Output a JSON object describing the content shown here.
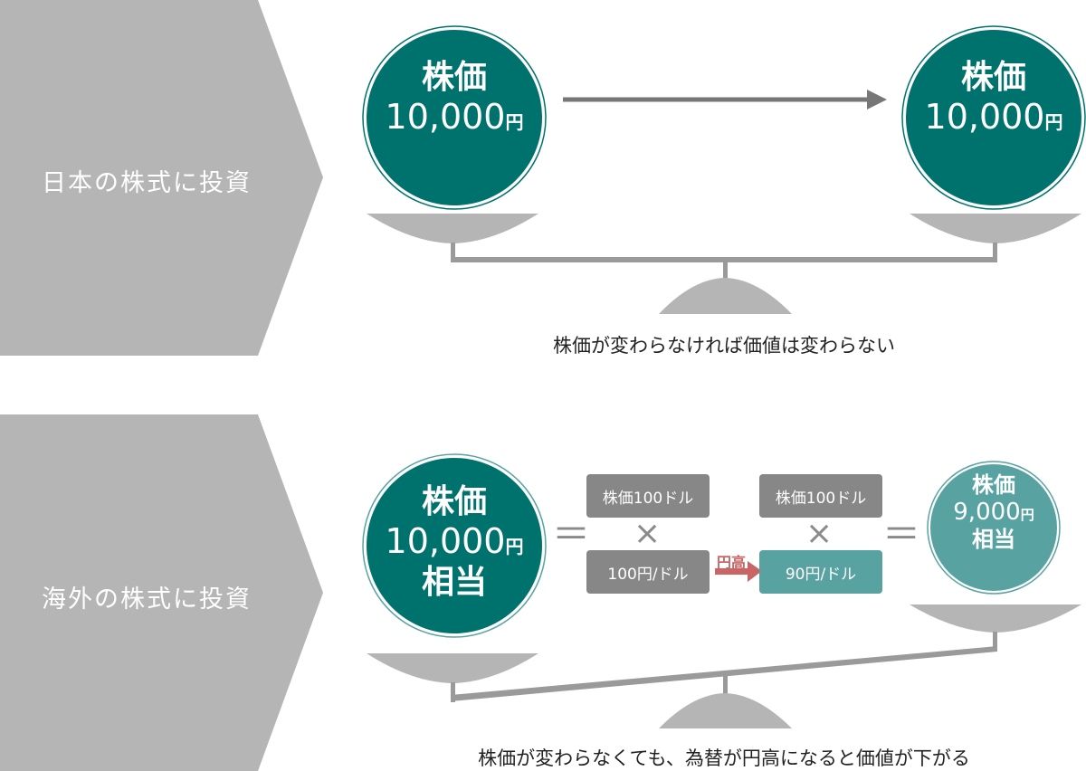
{
  "colors": {
    "chevron": "#b5b5b5",
    "teal_dark": "#00726d",
    "teal_light": "#58a3a2",
    "gray_box": "#878787",
    "scale": "#b5b5b5",
    "beam": "#9a9a9a",
    "arrow_gray": "#777777",
    "arrow_red": "#c96565"
  },
  "section1": {
    "label": "日本の株式に投資",
    "left_circle": {
      "line1": "株価",
      "amount": "10,000",
      "unit": "円"
    },
    "right_circle": {
      "line1": "株価",
      "amount": "10,000",
      "unit": "円"
    },
    "caption": "株価が変わらなければ価値は変わらない"
  },
  "section2": {
    "label": "海外の株式に投資",
    "left_circle": {
      "line1": "株価",
      "amount": "10,000",
      "unit": "円",
      "line3": "相当"
    },
    "equals": "＝",
    "times": "×",
    "box_price_1": "株価100ドル",
    "box_rate_1": "100円/ドル",
    "box_price_2": "株価100ドル",
    "box_rate_2": "90円/ドル",
    "yendaka_label": "円高",
    "right_circle": {
      "line1": "株価",
      "amount": "9,000",
      "unit": "円",
      "line3": "相当"
    },
    "caption": "株価が変わらなくても、為替が円高になると価値が下がる"
  }
}
